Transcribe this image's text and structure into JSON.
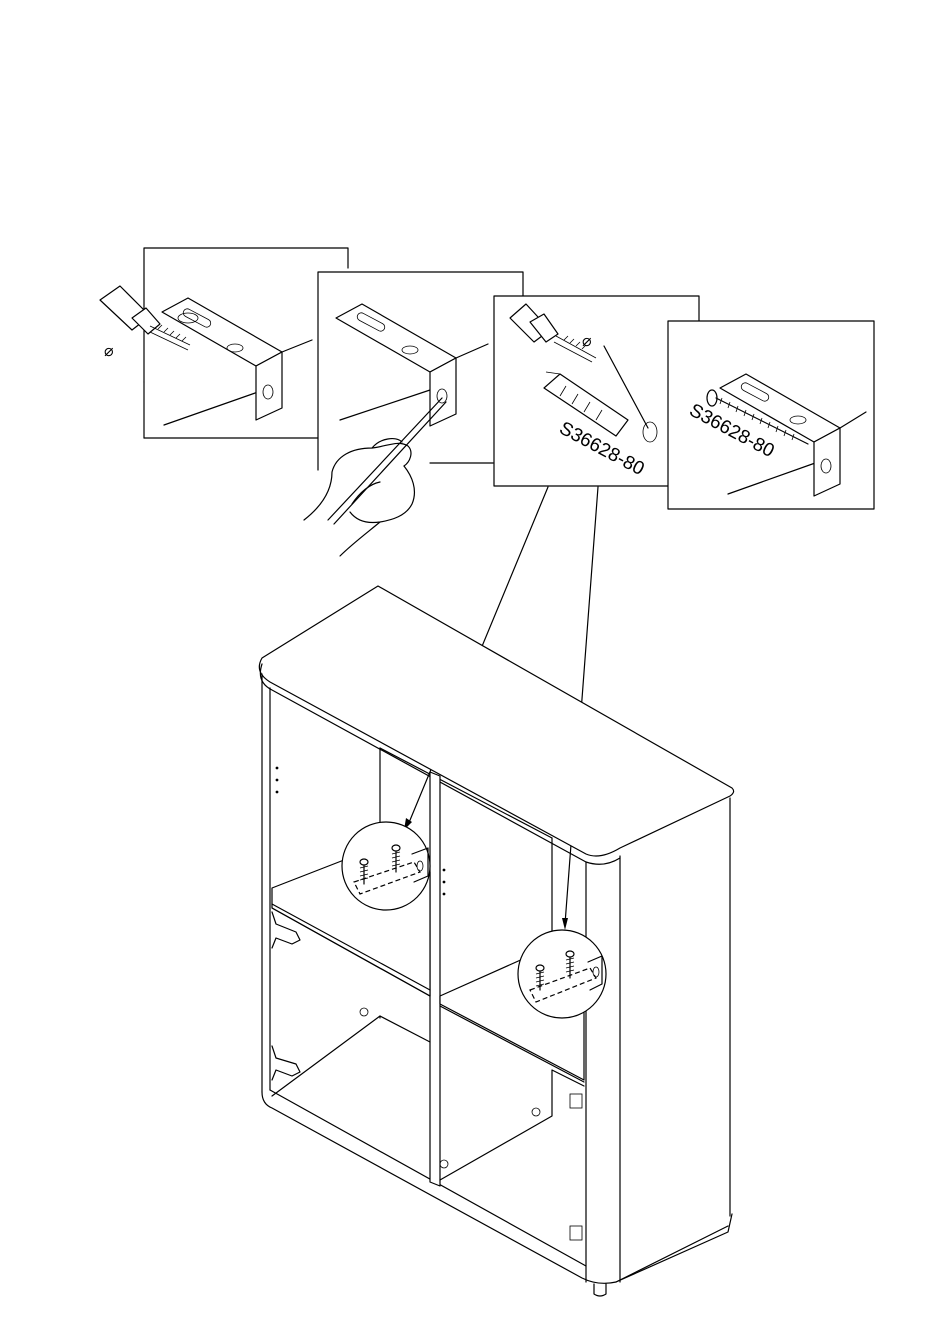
{
  "panels": [
    {
      "id": "step-1",
      "symbol": "⌀"
    },
    {
      "id": "step-2"
    },
    {
      "id": "step-3",
      "symbol": "⌀",
      "part_code": "S36628-80"
    },
    {
      "id": "step-4",
      "part_code": "S36628-80"
    }
  ],
  "colors": {
    "line": "#000000",
    "background": "#ffffff"
  }
}
